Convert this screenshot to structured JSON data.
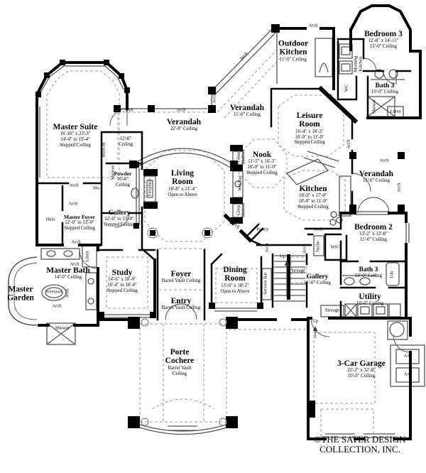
{
  "rooms": {
    "master_suite": {
      "name": "Master Suite",
      "lines": [
        "16'-10\" x 23'-3\"",
        "14'-0\" to 15'-4\"",
        "Stepped Ceiling"
      ]
    },
    "verandah_top": {
      "name": "Verandah",
      "lines": [
        "22'-8\" Ceiling"
      ]
    },
    "verandah_left": {
      "name": "Verandah",
      "lines": [
        "11'-0\" Ceiling"
      ]
    },
    "verandah_right": {
      "name": "Verandah",
      "lines": [
        "11'-0\" Ceiling"
      ]
    },
    "outdoor_kitchen": {
      "name": "Outdoor Kitchen",
      "lines": [
        "11'-0\" Ceiling"
      ]
    },
    "bedroom3": {
      "name": "Bedroom 3",
      "lines": [
        "12'-8\" x 14'-11\"",
        "12'-0\" Ceiling"
      ]
    },
    "bath3_top": {
      "name": "Bath 3",
      "lines": [
        "10'-0\" Ceiling"
      ]
    },
    "leisure": {
      "name": "Leisure Room",
      "lines": [
        "16'-4\" x 18'-3\"",
        "10'-0\" to 11'-0\"",
        "Stepped Ceiling"
      ]
    },
    "nook": {
      "name": "Nook",
      "lines": [
        "11'-5\" x 16'-3\"",
        "10'-0\" to 11'-0\"",
        "Stepped Ceiling"
      ]
    },
    "kitchen": {
      "name": "Kitchen",
      "lines": [
        "18'-9\" x 17'-0\"",
        "10'-0\" to 11'-0\"",
        "Stepped Ceiling"
      ]
    },
    "living": {
      "name": "Living Room",
      "lines": [
        "18'-8\" x 21'-4\"",
        "Open to Above"
      ]
    },
    "bedroom2": {
      "name": "Bedroom 2",
      "lines": [
        "13'-2\" x 12'-8\"",
        "11'-0\" Ceiling"
      ]
    },
    "bath3_right": {
      "name": "Bath 3",
      "lines": [
        "10'-0\" Ceiling"
      ]
    },
    "utility": {
      "name": "Utility",
      "lines": [
        "10'-0\" Ceiling"
      ]
    },
    "garage": {
      "name": "3-Car Garage",
      "lines": [
        "22'-2\" x 32'-8\"",
        "10'-0\" Ceiling"
      ]
    },
    "master_foyer": {
      "name": "Master Foyer",
      "lines": [
        "12'-0\" to 13'-0\"",
        "Stepped Ceiling"
      ]
    },
    "gallery_left": {
      "name": "Gallery",
      "lines": [
        "12'-0\" to 13'-0\"",
        "Stepped Ceiling"
      ]
    },
    "gallery_right": {
      "name": "Gallery",
      "lines": [
        "11'-0\" Ceiling"
      ]
    },
    "master_bath": {
      "name": "Master Bath",
      "lines": [
        "14'-0\" Ceiling"
      ]
    },
    "master_garden": {
      "name": "Master Garden",
      "lines": []
    },
    "study": {
      "name": "Study",
      "lines": [
        "14'-6\" x 18'-0\"",
        "16'-4\" to 18'-4\"",
        "Stepped Ceiling"
      ]
    },
    "foyer": {
      "name": "Foyer",
      "lines": [
        "Barrel Vault Ceiling"
      ]
    },
    "entry": {
      "name": "Entry",
      "lines": [
        "Barrel Vault Ceiling"
      ]
    },
    "dining": {
      "name": "Dining Room",
      "lines": [
        "13'-0\" x 18'-2\"",
        "Open to Above"
      ]
    },
    "porte_cochere": {
      "name": "Porte Cochere",
      "lines": [
        "Barrel Vault Ceiling"
      ]
    },
    "powder": {
      "name": "Powder",
      "lines": [
        "10'-0\" Ceiling"
      ]
    },
    "closet": {
      "name": "",
      "lines": [
        "12'-0\" Ceiling"
      ]
    }
  },
  "labels": {
    "arch": "Arch",
    "built_in": "Built-In",
    "shower": "Shower",
    "linen": "Linen",
    "whirlpool": "Whirlpool",
    "his": "His",
    "hers": "Hers",
    "wc": "WC",
    "morning_kitchen": "Morning Kitchen",
    "wet_bar": "Wet Bar",
    "glass_shelves": "Glass Shelves",
    "pantry": "Pantry",
    "servers_bar": "Servers Bar",
    "storage": "Storage",
    "up": "Up",
    "niche": "Niche",
    "wic": "WIC",
    "tub": "Tub",
    "ac": "A/C",
    "fireplace": "Fireplace"
  },
  "copyright": {
    "line1": "©THE SATER DESIGN",
    "line2": "COLLECTION, INC."
  },
  "colors": {
    "wall": "#000000",
    "background": "#ffffff",
    "thin_line": "#555555",
    "dashed_line": "#999999"
  }
}
